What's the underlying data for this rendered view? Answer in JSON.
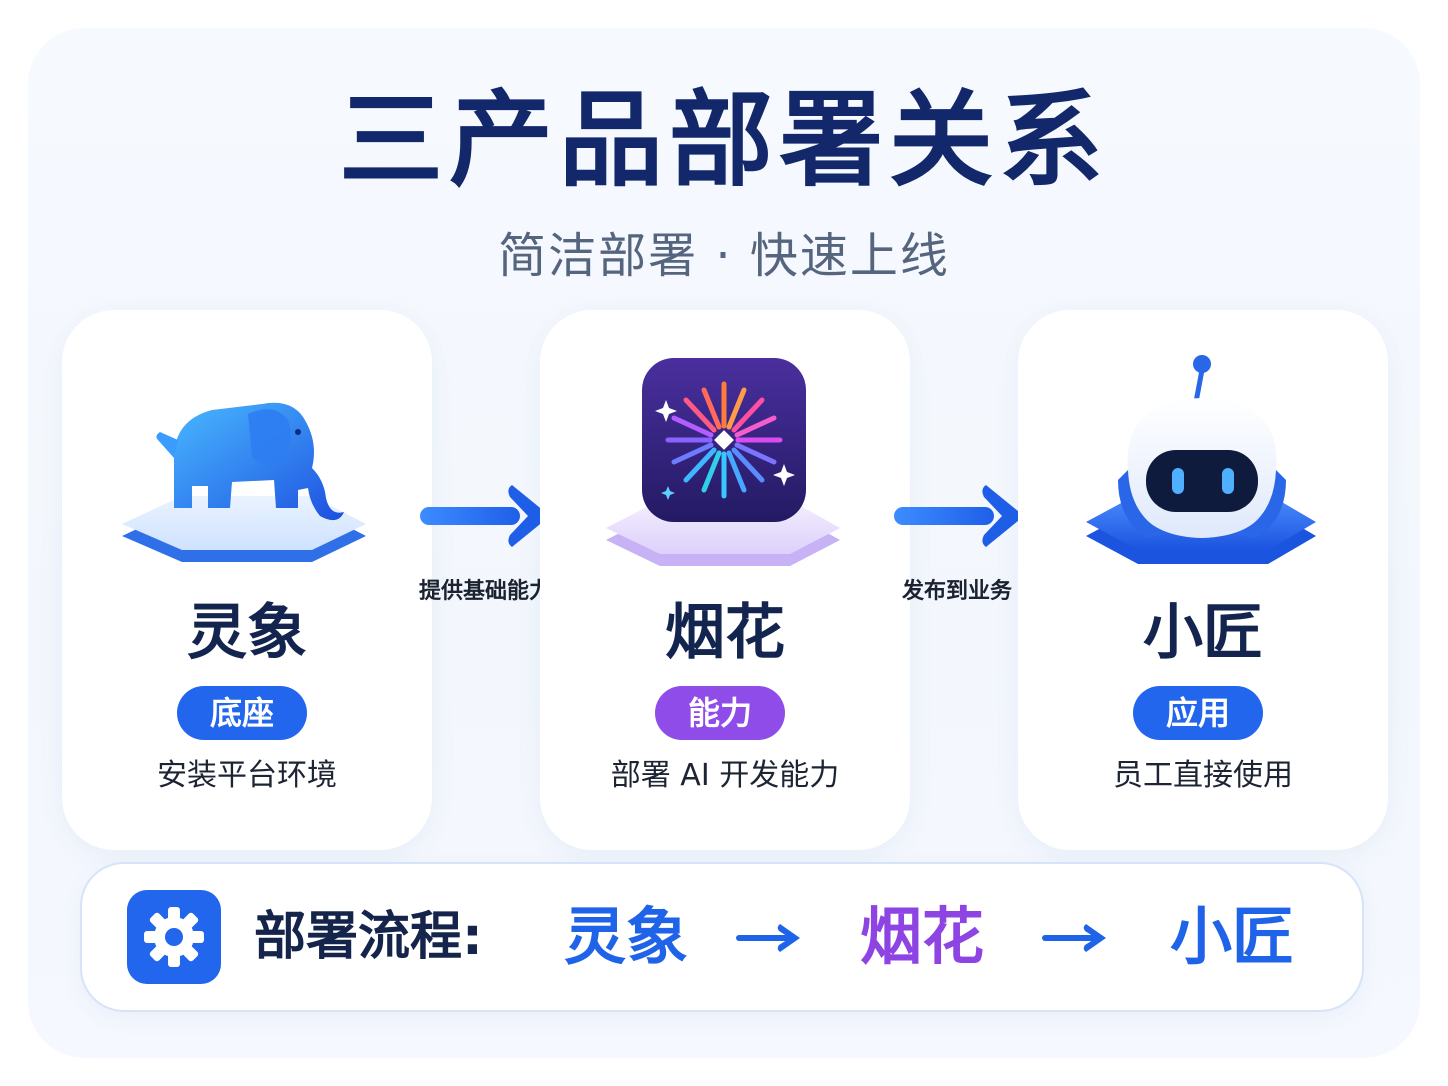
{
  "title": "三产品部署关系",
  "subtitle": "简洁部署 · 快速上线",
  "products": [
    {
      "name": "灵象",
      "tag": "底座",
      "tag_color": "#2166ec",
      "desc": "安装平台环境",
      "icon": "elephant-icon"
    },
    {
      "name": "烟花",
      "tag": "能力",
      "tag_color": "#8f4ce8",
      "desc": "部署 AI 开发能力",
      "icon": "fireworks-icon"
    },
    {
      "name": "小匠",
      "tag": "应用",
      "tag_color": "#2166ec",
      "desc": "员工直接使用",
      "icon": "robot-icon"
    }
  ],
  "connectors": [
    {
      "label": "提供基础能力"
    },
    {
      "label": "发布到业务"
    }
  ],
  "flow": {
    "label": "部署流程:",
    "steps": [
      "灵象",
      "烟花",
      "小匠"
    ],
    "icon": "gear-icon"
  },
  "colors": {
    "title": "#13286b",
    "blue": "#2166ec",
    "purple": "#8f4ce8"
  }
}
